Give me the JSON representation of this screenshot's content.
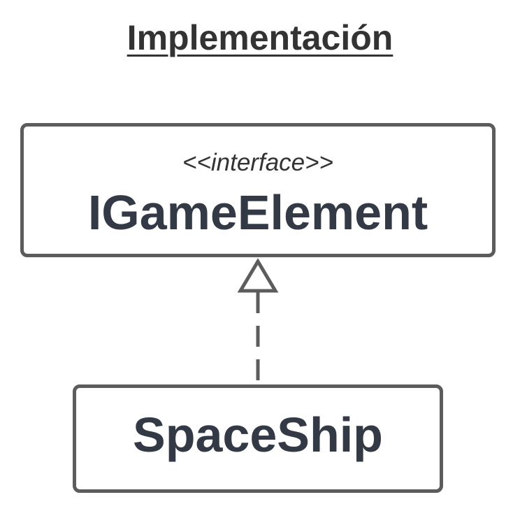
{
  "title": "Implementación",
  "interface": {
    "stereotype": "<<interface>>",
    "name": "IGameElement"
  },
  "class": {
    "name": "SpaceShip"
  },
  "relationship": {
    "type": "realization",
    "from": "SpaceShip",
    "to": "IGameElement"
  },
  "colors": {
    "border": "#5c5c5c",
    "text": "#333a45"
  }
}
